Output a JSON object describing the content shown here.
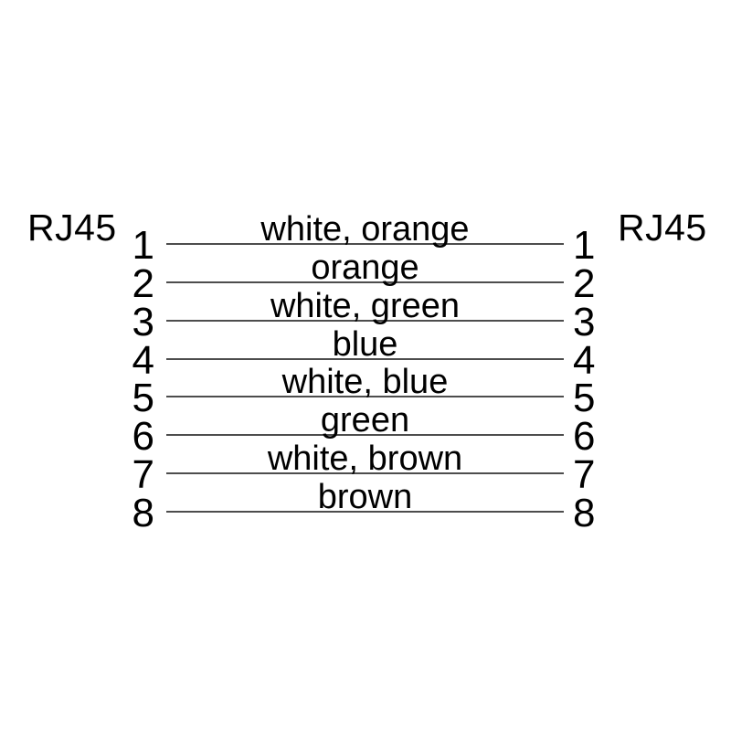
{
  "diagram": {
    "type": "rj45-straight-through-pinout",
    "background": "#ffffff",
    "text_color": "#000000",
    "line_color": "#4d4d4d",
    "left_connector_label": "RJ45",
    "right_connector_label": "RJ45",
    "wires": [
      {
        "left_pin": "1",
        "right_pin": "1",
        "color": "white, orange"
      },
      {
        "left_pin": "2",
        "right_pin": "2",
        "color": "orange"
      },
      {
        "left_pin": "3",
        "right_pin": "3",
        "color": "white, green"
      },
      {
        "left_pin": "4",
        "right_pin": "4",
        "color": "blue"
      },
      {
        "left_pin": "5",
        "right_pin": "5",
        "color": "white, blue"
      },
      {
        "left_pin": "6",
        "right_pin": "6",
        "color": "green"
      },
      {
        "left_pin": "7",
        "right_pin": "7",
        "color": "white, brown"
      },
      {
        "left_pin": "8",
        "right_pin": "8",
        "color": "brown"
      }
    ]
  }
}
